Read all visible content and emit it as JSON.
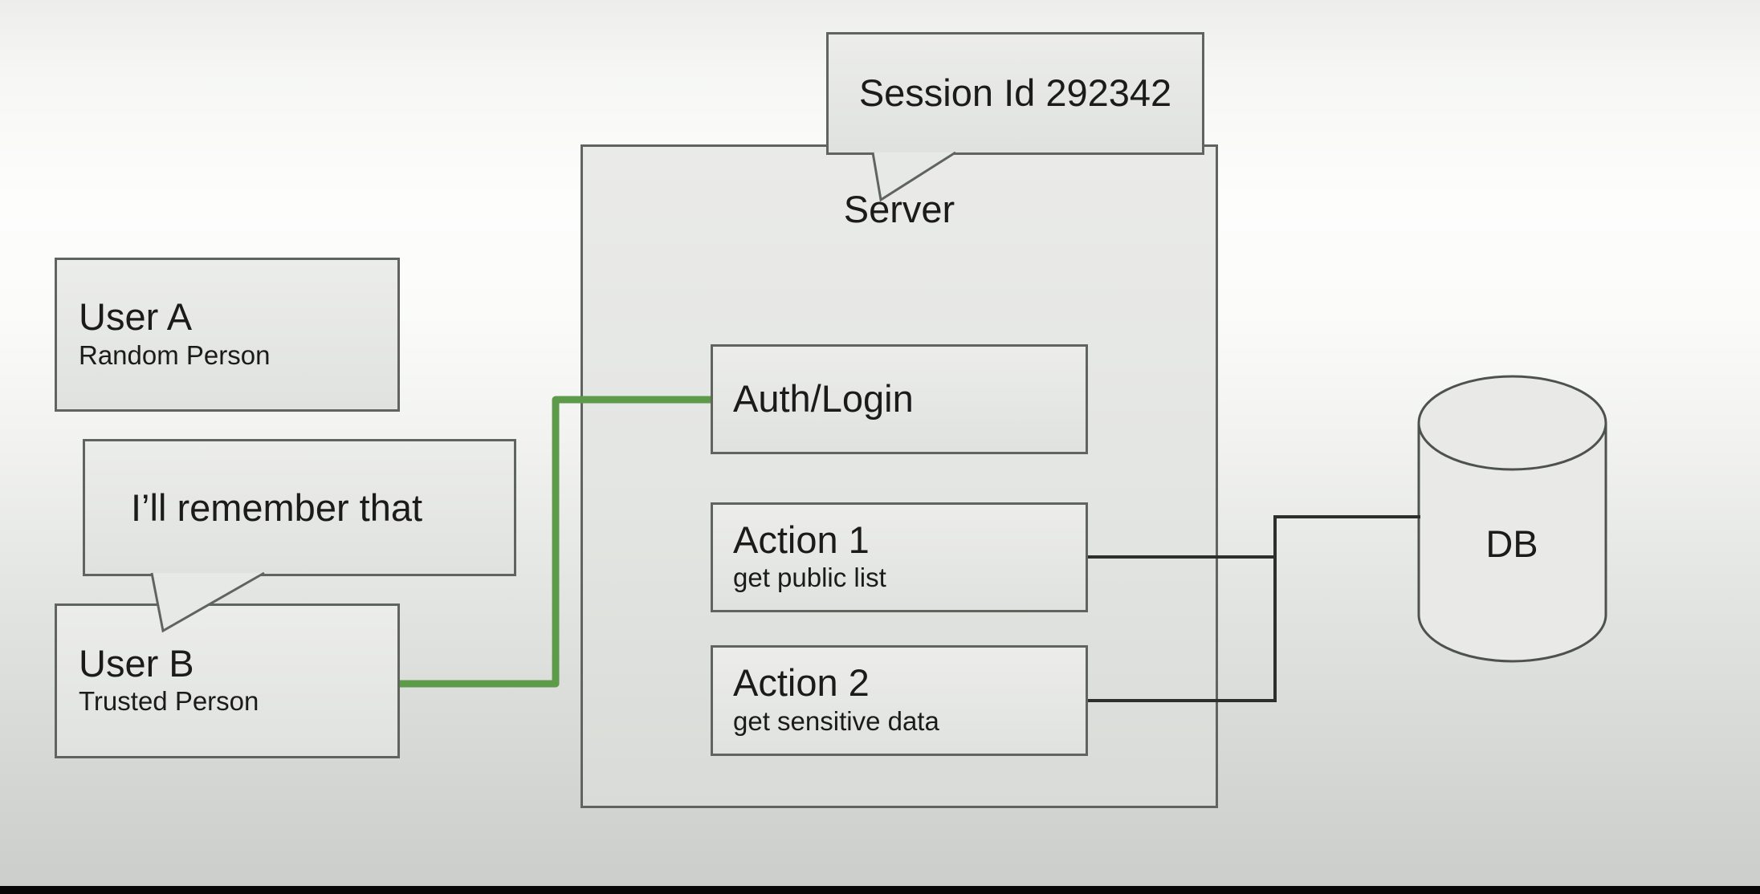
{
  "diagram": {
    "session_bubble": {
      "label": "Session Id 292342"
    },
    "server": {
      "label": "Server"
    },
    "user_a": {
      "title": "User A",
      "subtitle": "Random Person"
    },
    "remember_bubble": {
      "label": "I’ll remember that"
    },
    "user_b": {
      "title": "User B",
      "subtitle": "Trusted Person"
    },
    "auth": {
      "label": "Auth/Login"
    },
    "action_1": {
      "title": "Action 1",
      "subtitle": "get public list"
    },
    "action_2": {
      "title": "Action 2",
      "subtitle": "get sensitive data"
    },
    "db": {
      "label": "DB"
    }
  },
  "colors": {
    "box_fill": "#e9eae8",
    "box_border": "#60645f",
    "text": "#1b1b1b",
    "green_connector": "#5d9b4a",
    "black_connector": "#2e2e2e",
    "background_top": "#ededeb",
    "background_middle": "#fdfdfc",
    "background_bottom": "#cbcecb",
    "bottom_bar": "#070707"
  }
}
